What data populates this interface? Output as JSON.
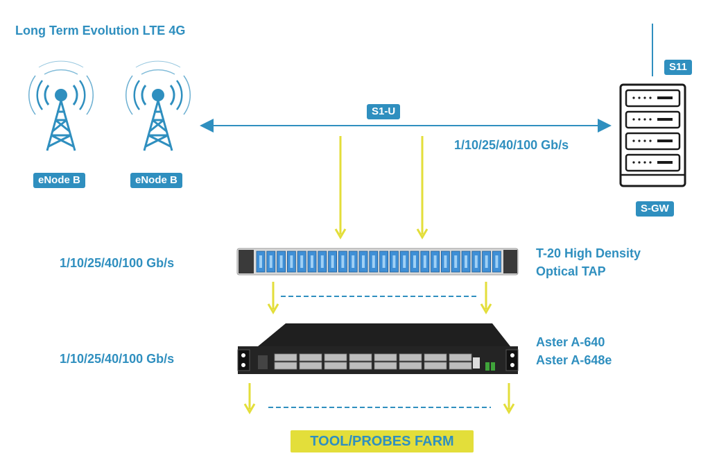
{
  "title": "Long Term Evolution LTE 4G",
  "enodeb": [
    "eNode B",
    "eNode B"
  ],
  "s1u_label": "S1-U",
  "s11_label": "S11",
  "sgw_label": "S-GW",
  "link_speed": "1/10/25/40/100 Gb/s",
  "tap_speed": "1/10/25/40/100 Gb/s",
  "aster_speed": "1/10/25/40/100 Gb/s",
  "tap_label": [
    "T-20 High Density",
    "Optical TAP"
  ],
  "aster_label": [
    "Aster A-640",
    "Aster A-648e"
  ],
  "tool_farm": "TOOL/PROBES FARM",
  "colors": {
    "accent_blue": "#2f8fbf",
    "arrow_yellow": "#e3de3a",
    "device_black": "#1a1a1a"
  }
}
